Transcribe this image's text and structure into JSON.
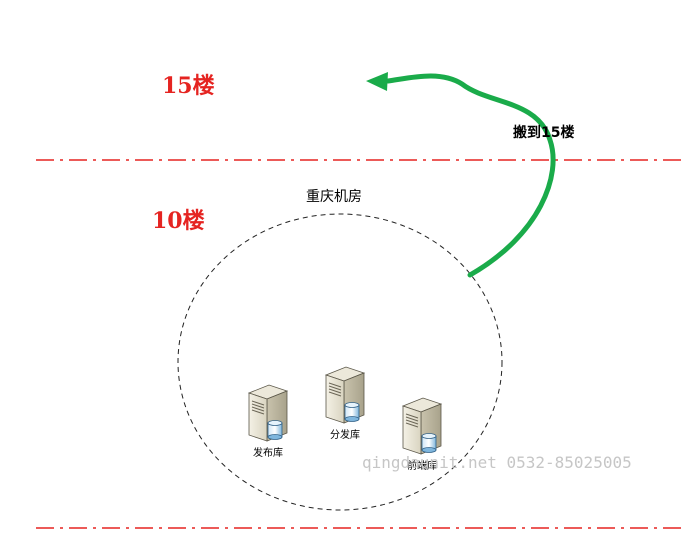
{
  "floors": {
    "upper_label": "15楼",
    "lower_label": "10楼"
  },
  "room": {
    "title": "重庆机房"
  },
  "move": {
    "label": "搬到15楼"
  },
  "servers": [
    {
      "label": "发布库"
    },
    {
      "label": "分发库"
    },
    {
      "label": "前端库"
    }
  ],
  "watermark": "qingdaunit.net 0532-85025005",
  "colors": {
    "floor_text": "#e52421",
    "divider": "#e52421",
    "arrow": "#1aab4a"
  }
}
